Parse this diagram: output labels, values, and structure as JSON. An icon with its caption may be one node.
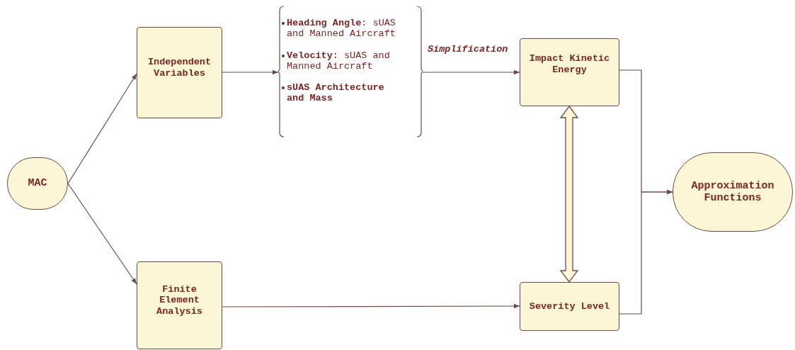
{
  "diagram": {
    "nodes": [
      {
        "text": [
          "MAC"
        ]
      },
      {
        "text": [
          "Independent Variables"
        ]
      },
      {
        "text": [
          "Finite Element Analysis"
        ]
      },
      {
        "text": [
          "**Heading Angle**: sUAS and Manned Aircraft",
          "**Velocity**: sUAS and Manned Aircraft",
          "**sUAS Architecture and Mass**"
        ]
      },
      {
        "text": [
          "Impact Kinetic Energy"
        ]
      },
      {
        "text": [
          "Severity Level"
        ]
      },
      {
        "text": [
          "Approximation Functions"
        ]
      }
    ],
    "edges": [
      {
        "from": 0,
        "to": 1,
        "arrow": "to"
      },
      {
        "from": 0,
        "to": 2,
        "arrow": "to"
      },
      {
        "from": 1,
        "to": 3,
        "arrow": "to"
      },
      {
        "from": 3,
        "to": 4,
        "arrow": "to",
        "label": "Simplification"
      },
      {
        "from": 2,
        "to": 5,
        "arrow": "to"
      },
      {
        "from": 4,
        "to": 5,
        "arrow": "both",
        "style": "thick"
      },
      {
        "from": 4,
        "to": 6,
        "arrow": "to"
      },
      {
        "from": 5,
        "to": 6,
        "arrow": "to"
      }
    ]
  }
}
